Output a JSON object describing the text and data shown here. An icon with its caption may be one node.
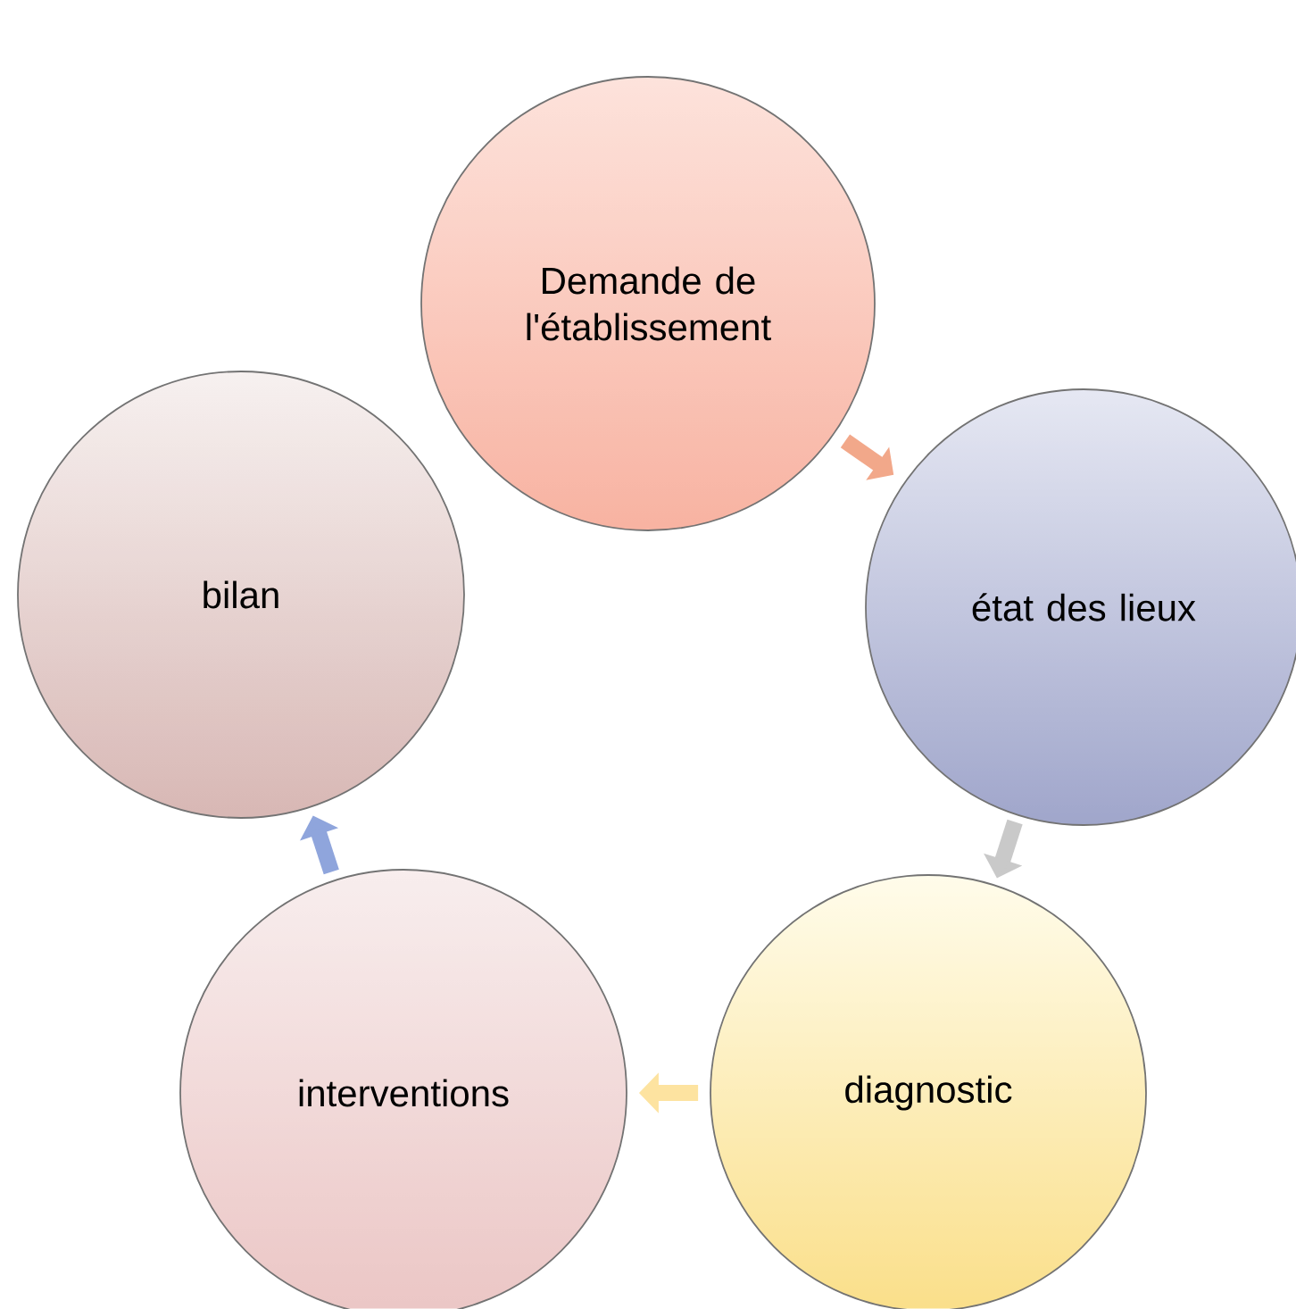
{
  "diagram": {
    "nodes": [
      {
        "text": [
          "Demande de l'établissement"
        ]
      },
      {
        "text": [
          "état des lieux"
        ]
      },
      {
        "text": [
          "diagnostic"
        ]
      },
      {
        "text": [
          "interventions"
        ]
      },
      {
        "text": [
          "bilan"
        ]
      }
    ],
    "edges": [
      {
        "from": 0,
        "to": 1,
        "arrow": "to",
        "color": "#f2a88a"
      },
      {
        "from": 1,
        "to": 2,
        "arrow": "to",
        "color": "#c9c9c9"
      },
      {
        "from": 2,
        "to": 3,
        "arrow": "to",
        "color": "#fde3a0"
      },
      {
        "from": 3,
        "to": 4,
        "arrow": "to",
        "color": "#8fa5dc"
      }
    ]
  }
}
